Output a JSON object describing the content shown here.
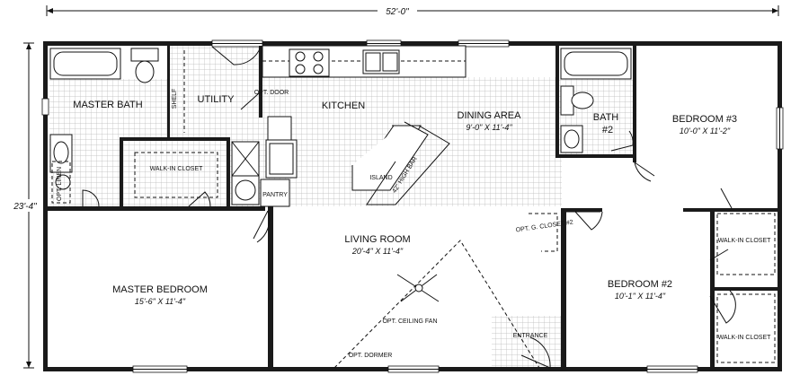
{
  "dimensions": {
    "width": "52'-0\"",
    "depth": "23'-4\""
  },
  "rooms": {
    "master_bath": {
      "name": "MASTER BATH"
    },
    "shelf": "SHELF",
    "utility": "UTILITY",
    "opt_door": "OPT. DOOR",
    "kitchen": "KITCHEN",
    "dining": {
      "name": "DINING AREA",
      "size": "9'-0\" X 11'-4\""
    },
    "bath2": {
      "name": "BATH",
      "number": "#2"
    },
    "bedroom3": {
      "name": "BEDROOM #3",
      "size": "10'-0\" X 11'-2\""
    },
    "walkin_master": "WALK-IN CLOSET",
    "opt_linen": "OPT. LINEN",
    "pantry": "PANTRY",
    "island": "ISLAND",
    "high_bar": "42\" HIGH BAR",
    "opt_closet2": "OPT. G. CLOSET #2",
    "living": {
      "name": "LIVING ROOM",
      "size": "20'-4\" X 11'-4\""
    },
    "master_bedroom": {
      "name": "MASTER BEDROOM",
      "size": "15'-6\" X 11'-4\""
    },
    "ceiling_fan": "OPT. CEILING FAN",
    "dormer": "OPT. DORMER",
    "entrance": "ENTRANCE",
    "bedroom2": {
      "name": "BEDROOM #2",
      "size": "10'-1\" X 11'-4\""
    },
    "walkin_br3": "WALK-IN CLOSET",
    "walkin_br2": "WALK-IN CLOSET"
  },
  "colors": {
    "wall": "#1a1a1a",
    "grid": "#b9b9b9",
    "background": "#ffffff"
  }
}
